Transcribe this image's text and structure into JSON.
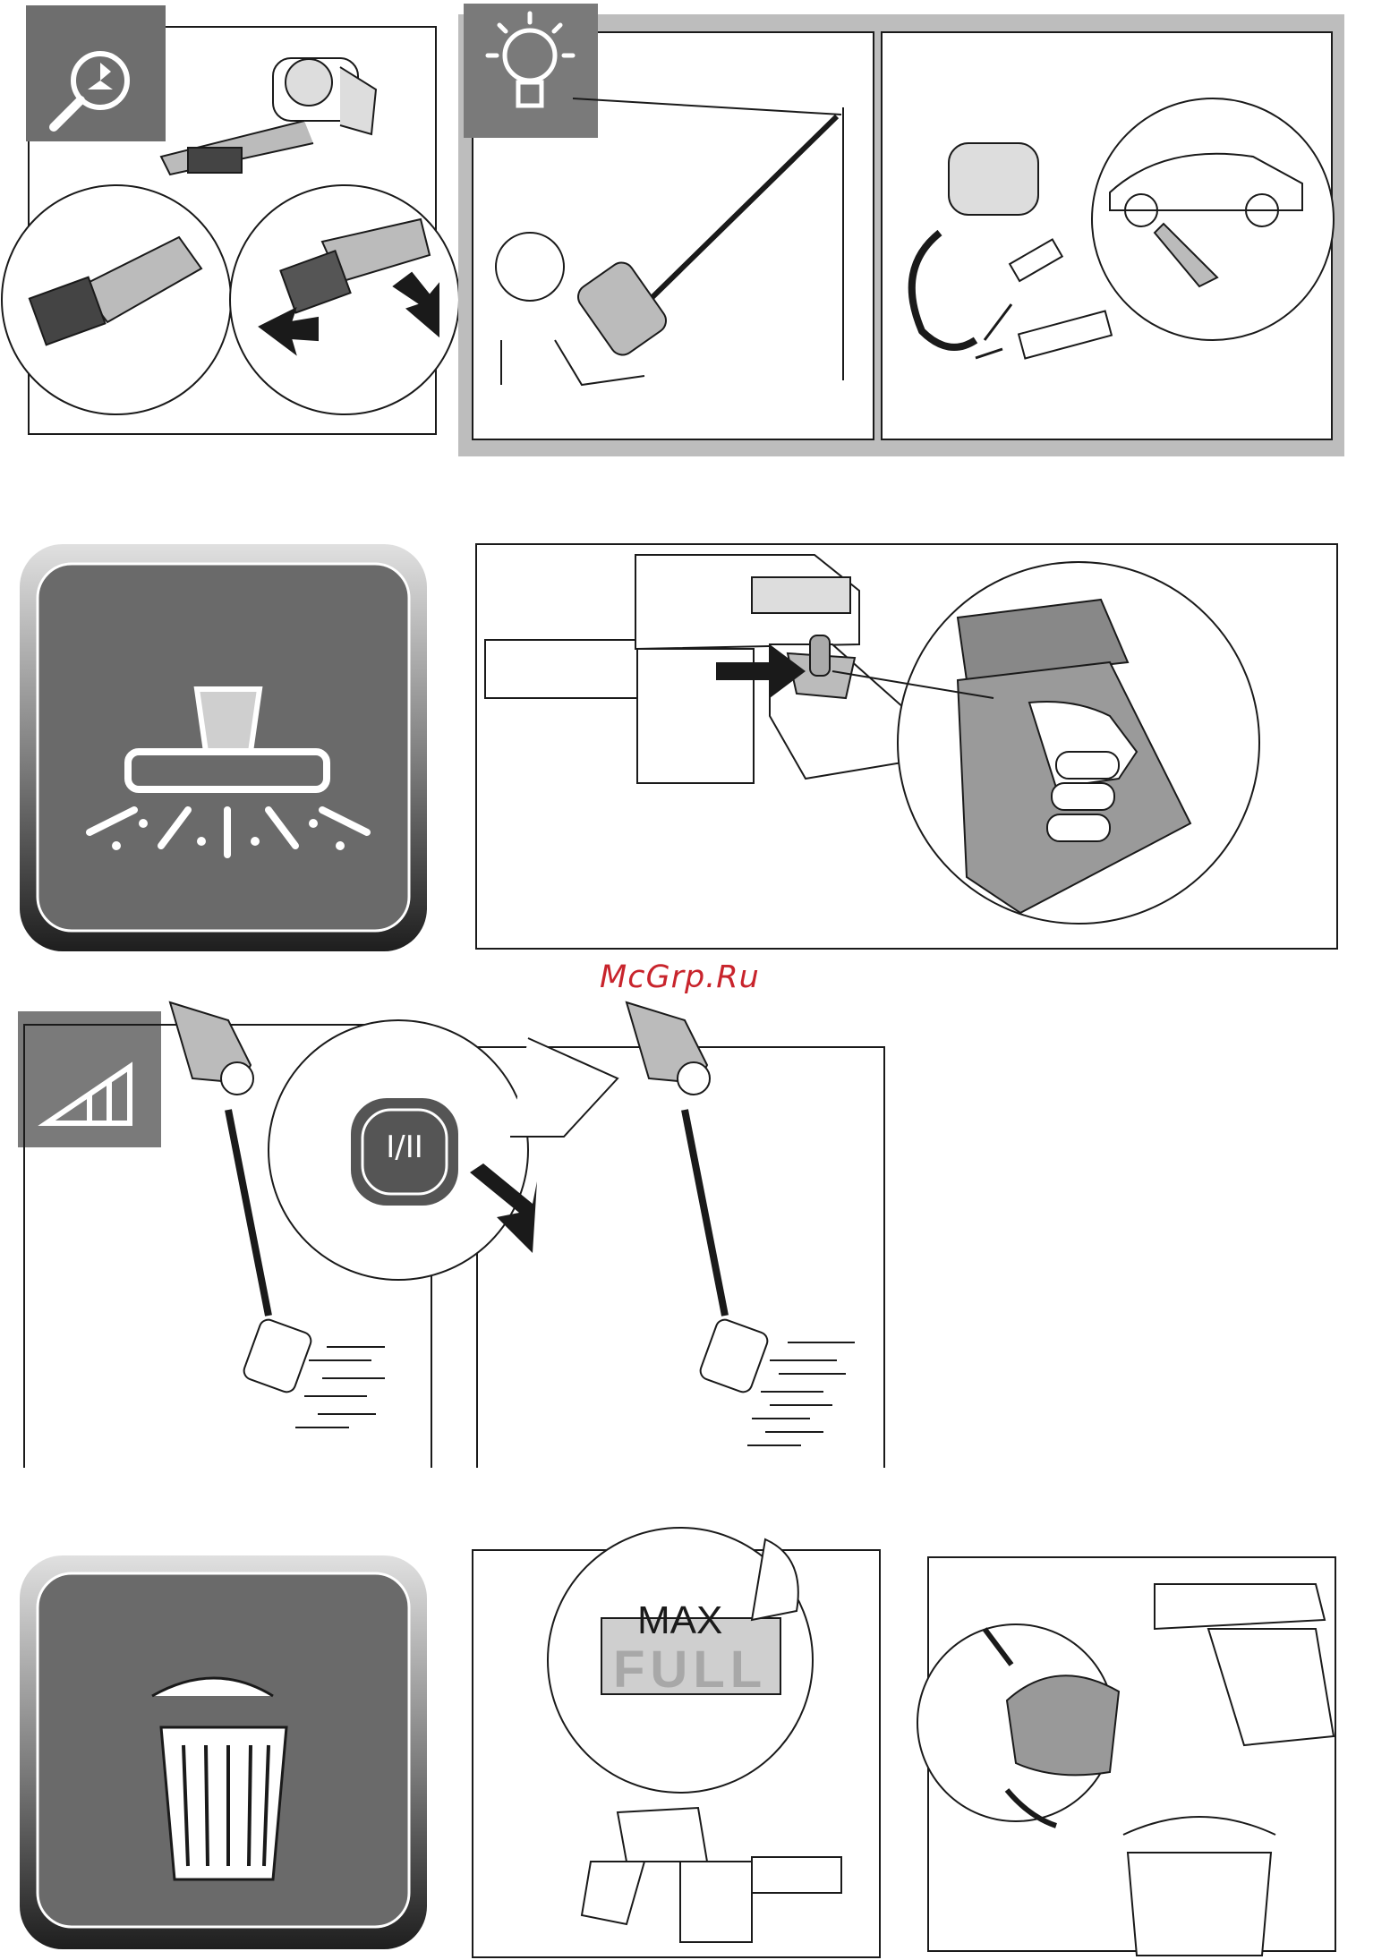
{
  "watermark": {
    "text": "McGrp.Ru",
    "color": "#c8242c"
  },
  "mode_switch": {
    "label": "I/II"
  },
  "dust_bin": {
    "max_label": "MAX",
    "full_label": "FULL"
  },
  "colors": {
    "icon_tile_dark": "#5a5a5a",
    "icon_tile_mid": "#7a7a7a",
    "panel_gray": "#bdbdbd",
    "line": "#1a1a1a"
  },
  "icons": [
    "magnifier-icon",
    "lightbulb-icon",
    "floor-nozzle-icon",
    "power-level-icon",
    "trash-bin-icon"
  ]
}
